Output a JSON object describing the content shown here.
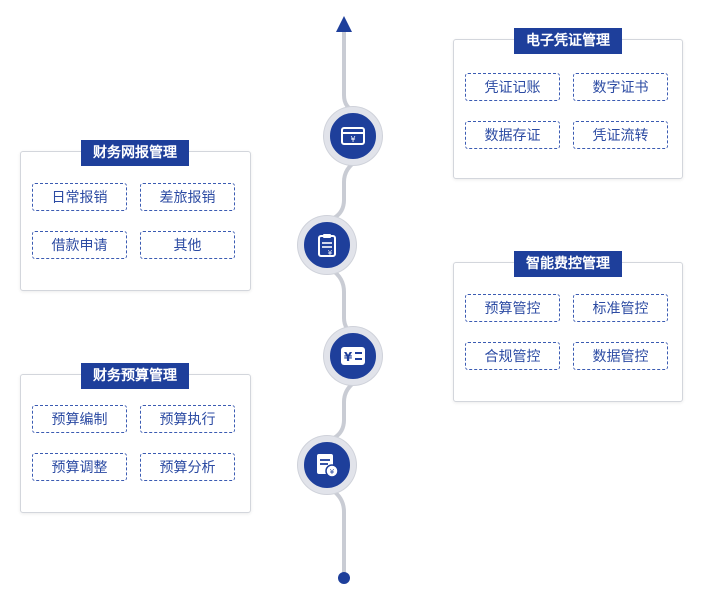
{
  "panels": {
    "voucher": {
      "title": "电子凭证管理",
      "items": [
        "凭证记账",
        "数字证书",
        "数据存证",
        "凭证流转"
      ]
    },
    "reimburse": {
      "title": "财务网报管理",
      "items": [
        "日常报销",
        "差旅报销",
        "借款申请",
        "其他"
      ]
    },
    "control": {
      "title": "智能费控管理",
      "items": [
        "预算管控",
        "标准管控",
        "合规管控",
        "数据管控"
      ]
    },
    "budget": {
      "title": "财务预算管理",
      "items": [
        "预算编制",
        "预算执行",
        "预算调整",
        "预算分析"
      ]
    }
  },
  "timeline_icons": [
    "voucher-ticket-icon",
    "clipboard-yen-icon",
    "yen-card-icon",
    "document-yen-icon"
  ],
  "colors": {
    "primary": "#1e3f9b",
    "dashed_border": "#3b5bb2",
    "spine": "#c9ccd4",
    "ring": "#e1e3ea"
  }
}
